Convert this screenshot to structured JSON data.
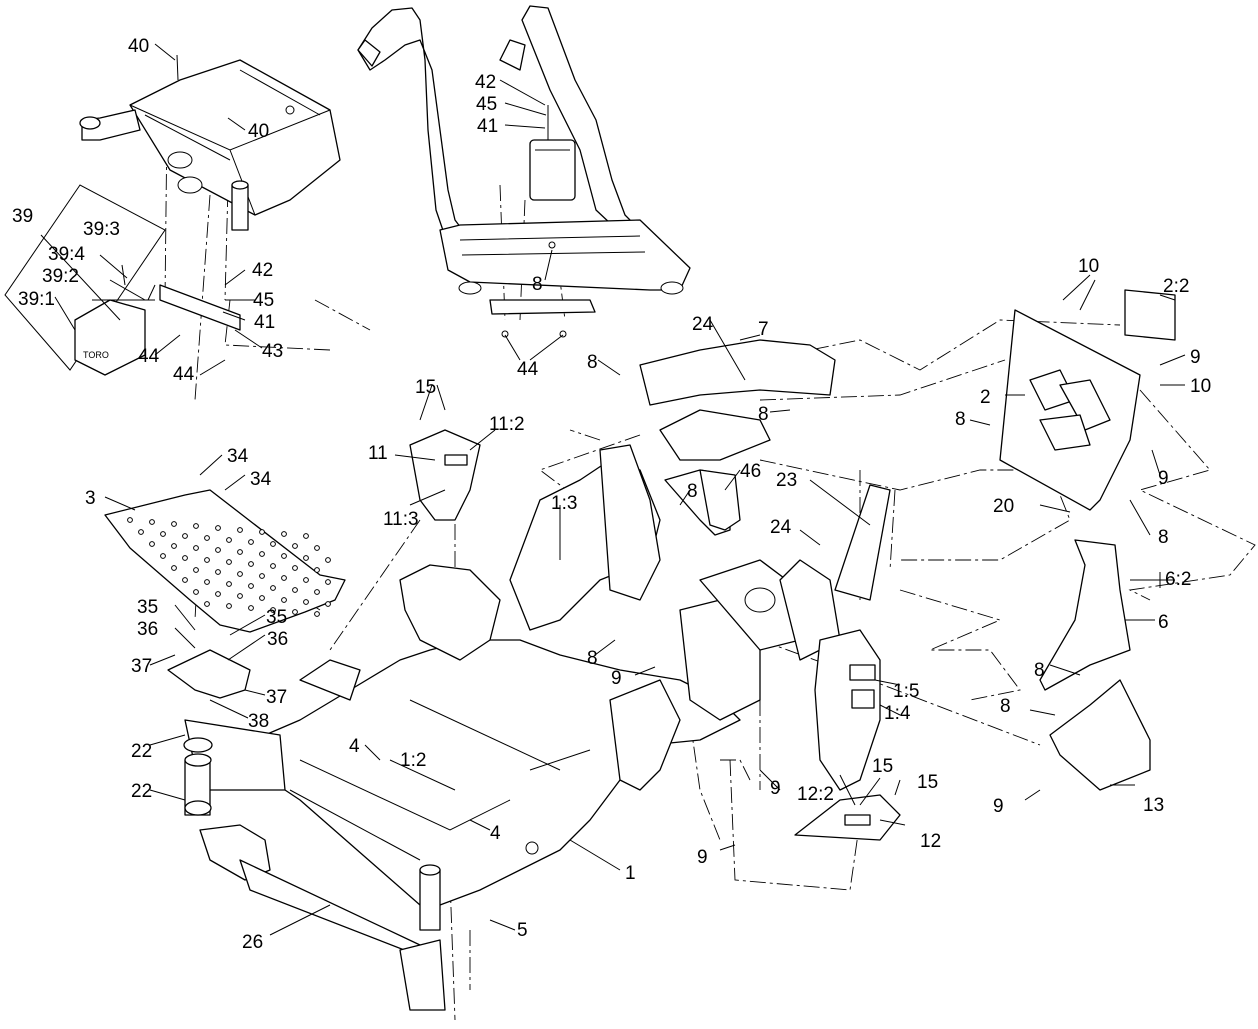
{
  "callouts": [
    {
      "id": "c40a",
      "text": "40"
    },
    {
      "id": "c40b",
      "text": "40"
    },
    {
      "id": "c39",
      "text": "39"
    },
    {
      "id": "c39_3",
      "text": "39:3"
    },
    {
      "id": "c39_4",
      "text": "39:4"
    },
    {
      "id": "c39_2",
      "text": "39:2"
    },
    {
      "id": "c39_1",
      "text": "39:1"
    },
    {
      "id": "c42a",
      "text": "42"
    },
    {
      "id": "c45a",
      "text": "45"
    },
    {
      "id": "c41a",
      "text": "41"
    },
    {
      "id": "c43",
      "text": "43"
    },
    {
      "id": "c44a",
      "text": "44"
    },
    {
      "id": "c44b",
      "text": "44"
    },
    {
      "id": "c42b",
      "text": "42"
    },
    {
      "id": "c45b",
      "text": "45"
    },
    {
      "id": "c41b",
      "text": "41"
    },
    {
      "id": "c8a",
      "text": "8"
    },
    {
      "id": "c44c",
      "text": "44"
    },
    {
      "id": "c24a",
      "text": "24"
    },
    {
      "id": "c7",
      "text": "7"
    },
    {
      "id": "c8b",
      "text": "8"
    },
    {
      "id": "c8c",
      "text": "8"
    },
    {
      "id": "c10a",
      "text": "10"
    },
    {
      "id": "c2_2",
      "text": "2:2"
    },
    {
      "id": "c9a",
      "text": "9"
    },
    {
      "id": "c10b",
      "text": "10"
    },
    {
      "id": "c2",
      "text": "2"
    },
    {
      "id": "c8d",
      "text": "8"
    },
    {
      "id": "c9b",
      "text": "9"
    },
    {
      "id": "c20",
      "text": "20"
    },
    {
      "id": "c8e",
      "text": "8"
    },
    {
      "id": "c15a",
      "text": "15"
    },
    {
      "id": "c11",
      "text": "11"
    },
    {
      "id": "c11_2",
      "text": "11:2"
    },
    {
      "id": "c11_3",
      "text": "11:3"
    },
    {
      "id": "c34a",
      "text": "34"
    },
    {
      "id": "c34b",
      "text": "34"
    },
    {
      "id": "c3",
      "text": "3"
    },
    {
      "id": "c1_3",
      "text": "1:3"
    },
    {
      "id": "c8f",
      "text": "8"
    },
    {
      "id": "c46",
      "text": "46"
    },
    {
      "id": "c23",
      "text": "23"
    },
    {
      "id": "c24b",
      "text": "24"
    },
    {
      "id": "c6_2",
      "text": "6:2"
    },
    {
      "id": "c6",
      "text": "6"
    },
    {
      "id": "c35a",
      "text": "35"
    },
    {
      "id": "c36a",
      "text": "36"
    },
    {
      "id": "c35b",
      "text": "35"
    },
    {
      "id": "c36b",
      "text": "36"
    },
    {
      "id": "c37a",
      "text": "37"
    },
    {
      "id": "c37b",
      "text": "37"
    },
    {
      "id": "c38",
      "text": "38"
    },
    {
      "id": "c8g",
      "text": "8"
    },
    {
      "id": "c9c",
      "text": "9"
    },
    {
      "id": "c8h",
      "text": "8"
    },
    {
      "id": "c8i",
      "text": "8"
    },
    {
      "id": "c1_5",
      "text": "1:5"
    },
    {
      "id": "c1_4",
      "text": "1:4"
    },
    {
      "id": "c22a",
      "text": "22"
    },
    {
      "id": "c22b",
      "text": "22"
    },
    {
      "id": "c4a",
      "text": "4"
    },
    {
      "id": "c1_2",
      "text": "1:2"
    },
    {
      "id": "c4b",
      "text": "4"
    },
    {
      "id": "c9d",
      "text": "9"
    },
    {
      "id": "c12_2",
      "text": "12:2"
    },
    {
      "id": "c15b",
      "text": "15"
    },
    {
      "id": "c15c",
      "text": "15"
    },
    {
      "id": "c12",
      "text": "12"
    },
    {
      "id": "c9e",
      "text": "9"
    },
    {
      "id": "c13",
      "text": "13"
    },
    {
      "id": "c9f",
      "text": "9"
    },
    {
      "id": "c1",
      "text": "1"
    },
    {
      "id": "c5",
      "text": "5"
    },
    {
      "id": "c26",
      "text": "26"
    }
  ],
  "labels": {
    "seat_logo": "TORO"
  }
}
